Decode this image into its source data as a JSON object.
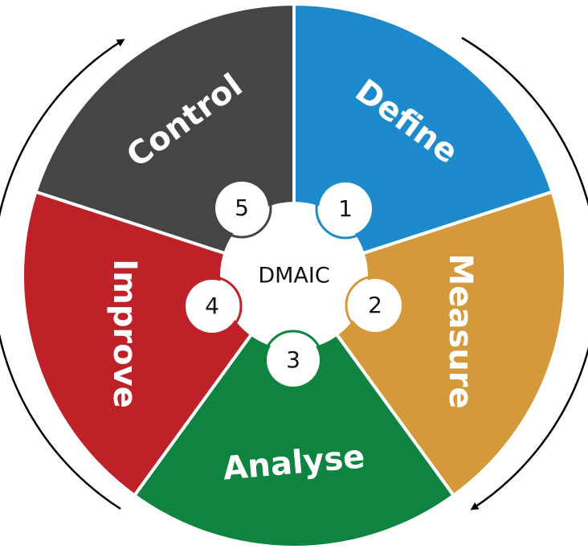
{
  "center_label": "DMAIC",
  "phases": [
    {
      "number": "1",
      "label": "Define",
      "color": "#1d8acb"
    },
    {
      "number": "2",
      "label": "Measure",
      "color": "#d4993a"
    },
    {
      "number": "3",
      "label": "Analyse",
      "color": "#0f8440"
    },
    {
      "number": "4",
      "label": "Improve",
      "color": "#be2228"
    },
    {
      "number": "5",
      "label": "Control",
      "color": "#454545"
    }
  ],
  "arrow_color": "#000000",
  "cycle_direction": "clockwise"
}
